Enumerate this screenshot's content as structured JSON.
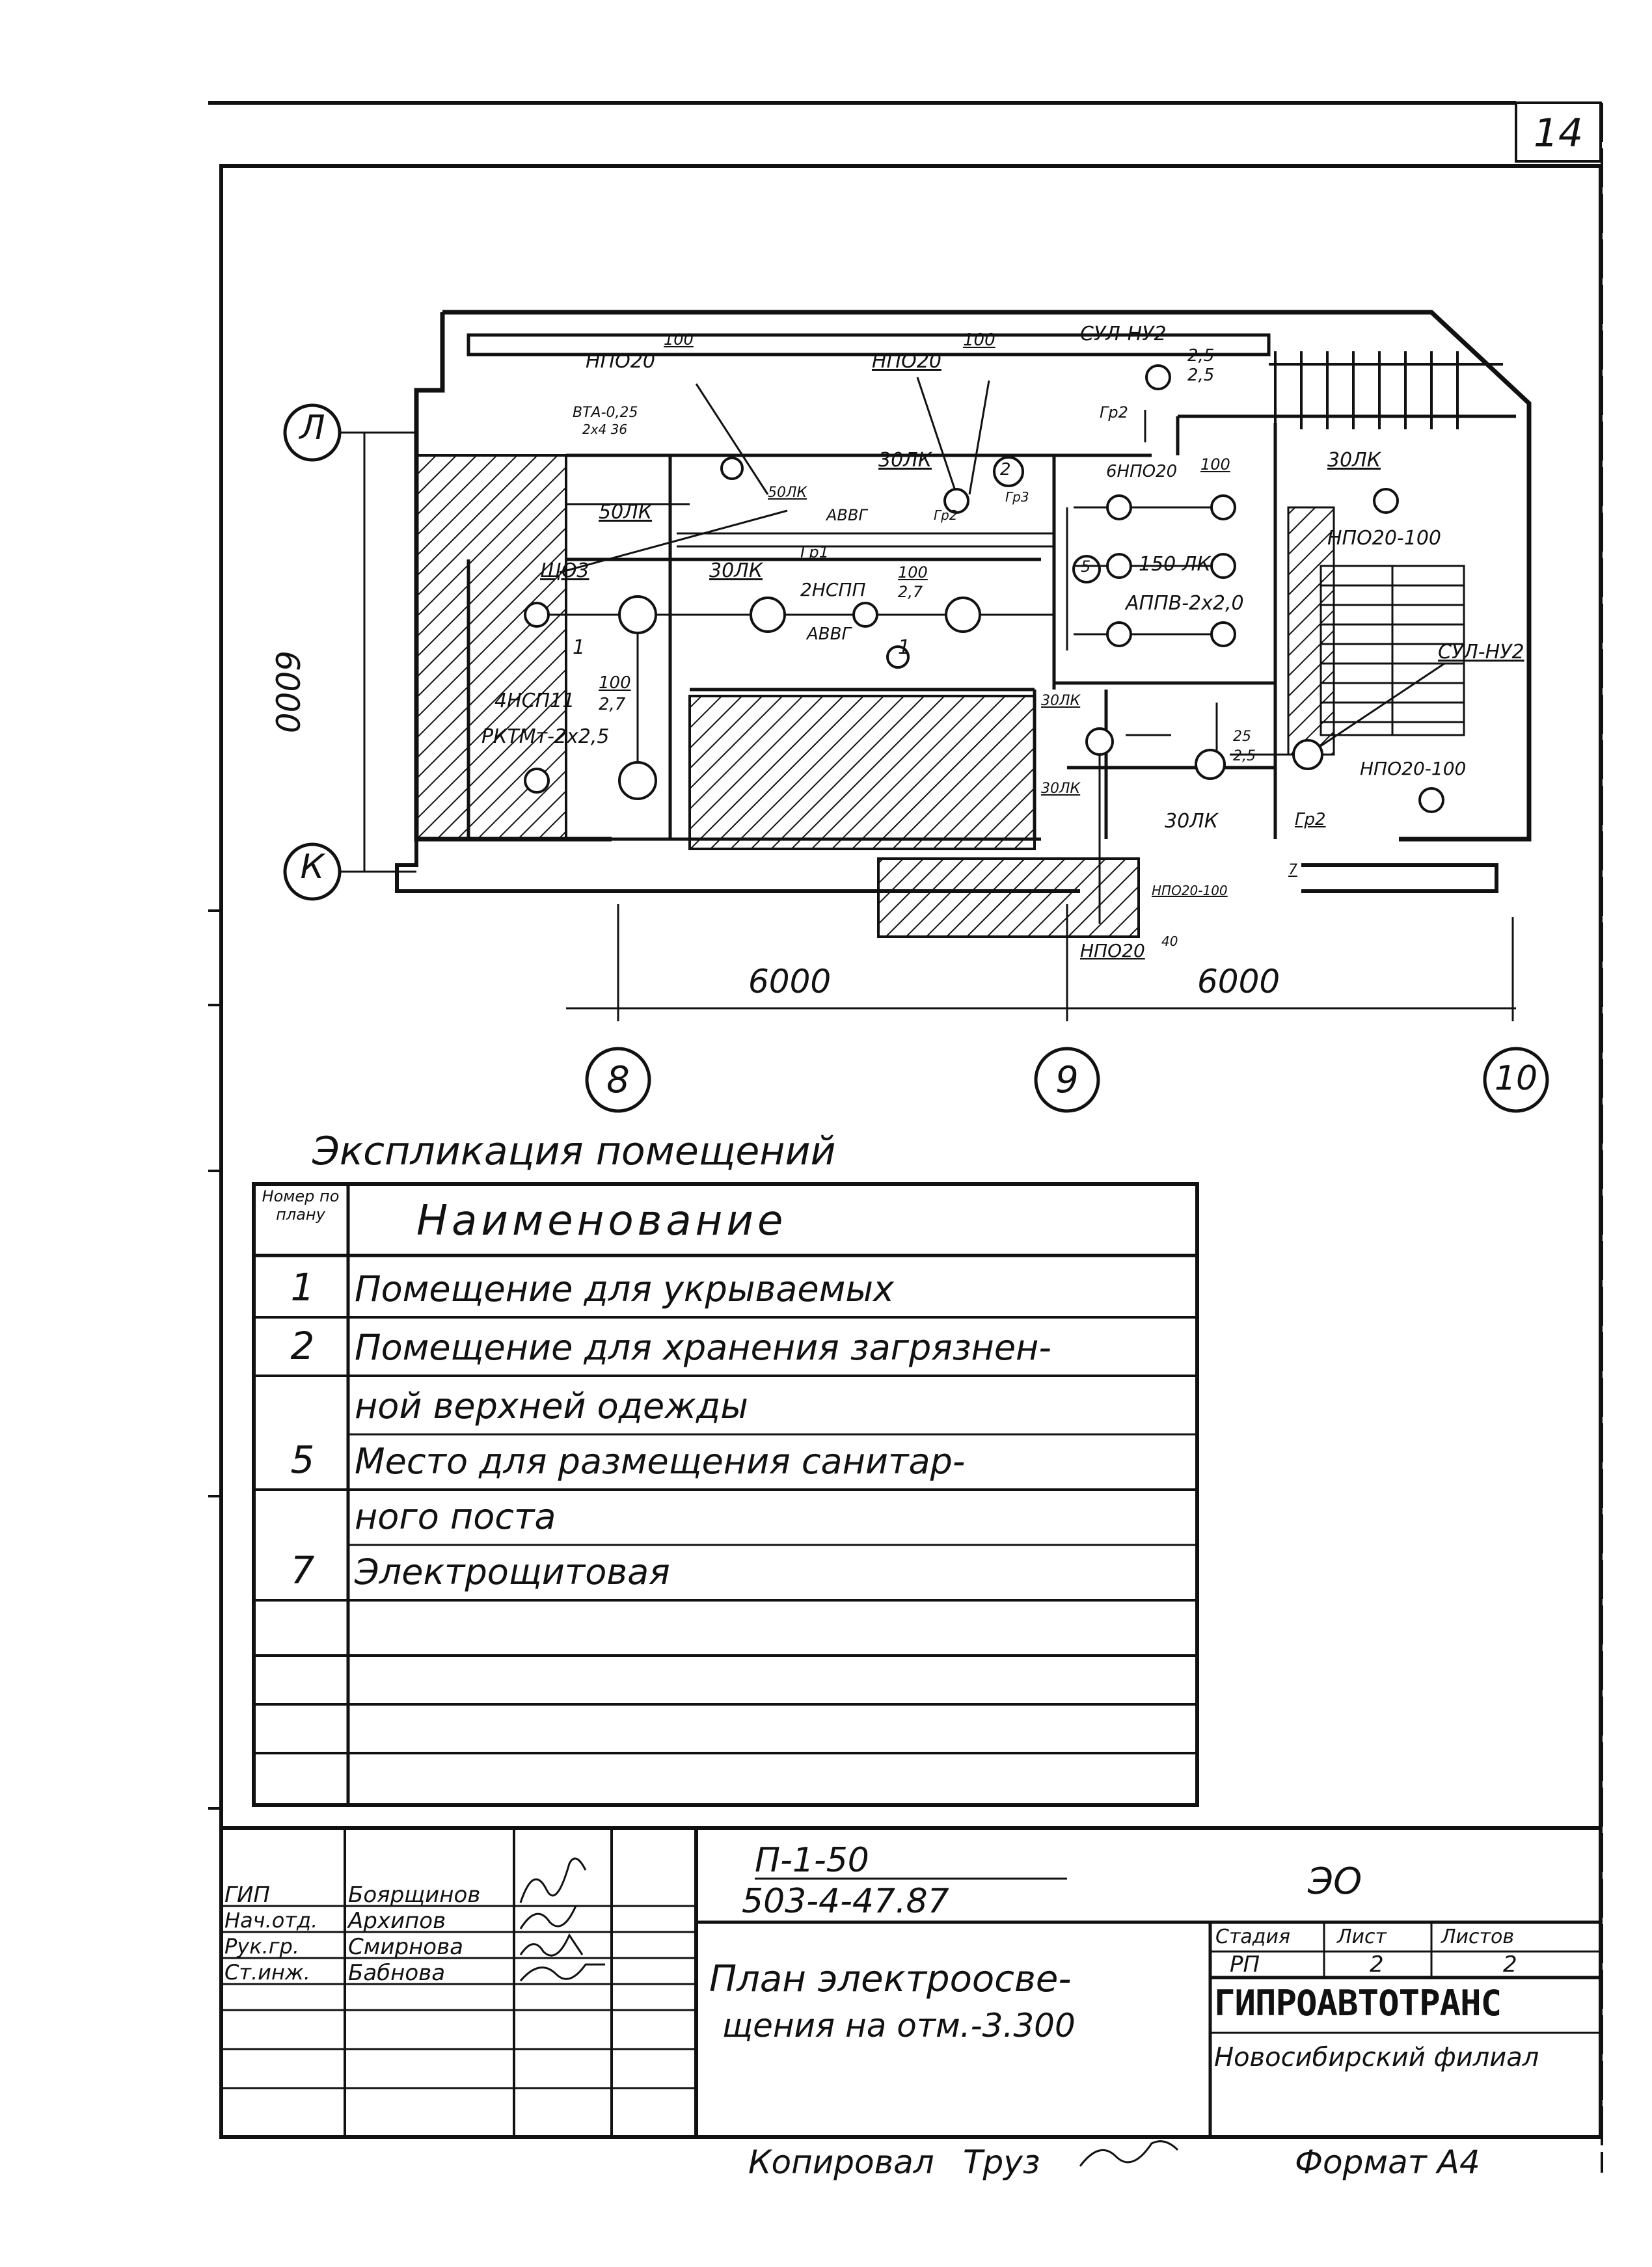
{
  "sheet_number": "14",
  "plan": {
    "axes": {
      "L": "Л",
      "K": "К",
      "a8": "8",
      "a9": "9",
      "a10": "10"
    },
    "dims": {
      "vertical": "6000",
      "span1": "6000",
      "span2": "6000"
    },
    "labels": {
      "npo_a": "НПО20",
      "npo_a_frac": "100",
      "npo_b": "НПО20",
      "npo_b_frac": "100",
      "sul_top": "СУЛ-НУ2",
      "sul_top_num": "2,5",
      "sul_top_den": "2,5",
      "gr2_top": "Гр2",
      "vta": "ВТА-0,25",
      "vta2": "2х4 36",
      "five_lk_left": "50ЛК",
      "shch3": "ЩО3",
      "five_lk_mid": "50ЛК",
      "avvg_a": "АВВГ",
      "gr2_mid": "Гр2",
      "gr3": "Гр3",
      "three_lk_a": "30ЛК",
      "room2": "2",
      "npo_c": "6НПО20",
      "npo_c_frac": "100",
      "three_lk_b": "30ЛК",
      "npo_right": "НПО20-100",
      "gr1": "Гр1",
      "three_lk_c": "30ЛК",
      "hksp": "2НСПП",
      "hksp_num": "100",
      "hksp_den": "2,7",
      "room5": "5",
      "lk150": "150 ЛК",
      "appv": "АППВ-2х2,0",
      "avvg_b": "АВВГ",
      "room1a": "1",
      "room1b": "1",
      "chnsp": "4НСП11",
      "chnsp_num": "100",
      "chnsp_den": "2,7",
      "rktm": "РКТМт-2х2,5",
      "sul_right": "СУЛ-НУ2",
      "three_lk_d": "30ЛК",
      "three_lk_e": "30ЛК",
      "frac25": "25",
      "frac25b": "2,5",
      "three_lk_f": "30ЛК",
      "npo_bottom_r": "НПО20-100",
      "gr2_bottom": "Гр2",
      "npo_small": "НПО20-100",
      "room7": "7",
      "npo_bot": "НПО20",
      "npo_bot_frac": "40"
    }
  },
  "explication": {
    "title": "Экспликация помещений",
    "col_num": "Номер по плану",
    "col_name": "Наименование",
    "rows": [
      {
        "num": "1",
        "name": "Помещение для укрываемых"
      },
      {
        "num": "2",
        "name": "Помещение для хранения загрязнен-"
      },
      {
        "num": "",
        "name": "ной верхней одежды"
      },
      {
        "num": "5",
        "name": "Место для размещения санитар-"
      },
      {
        "num": "",
        "name": "ного поста"
      },
      {
        "num": "7",
        "name": "Электрощитовая"
      },
      {
        "num": "",
        "name": ""
      },
      {
        "num": "",
        "name": ""
      },
      {
        "num": "",
        "name": ""
      }
    ]
  },
  "stamp": {
    "code1": "П-1-50",
    "code2": "503-4-47.87",
    "mark": "ЭО",
    "people": [
      {
        "role": "ГИП",
        "name": "Боярщинов"
      },
      {
        "role": "Нач.отд.",
        "name": "Архипов"
      },
      {
        "role": "Рук.гр.",
        "name": "Смирнова"
      },
      {
        "role": "Ст.инж.",
        "name": "Бабнова"
      }
    ],
    "title_line1": "План электроосве-",
    "title_line2": "щения на отм.-3.300",
    "stage_h": "Стадия",
    "sheet_h": "Лист",
    "sheets_h": "Листов",
    "stage": "РП",
    "sheet": "2",
    "sheets": "2",
    "org": "ГИПРОАВТОТРАНС",
    "branch": "Новосибирский филиал"
  },
  "footer": {
    "copied": "Копировал",
    "copied_sign": "Труз",
    "format": "Формат А4"
  }
}
